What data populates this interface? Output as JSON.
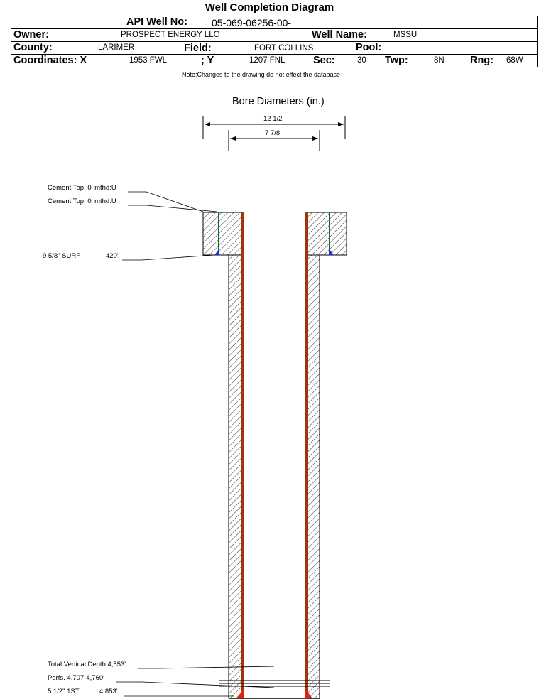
{
  "header": {
    "title": "Well Completion Diagram",
    "api_label": "API Well No:",
    "api_value": "05-069-06256-00-",
    "owner_label": "Owner:",
    "owner_value": "PROSPECT ENERGY LLC",
    "well_name_label": "Well Name:",
    "well_name_value": "MSSU",
    "county_label": "County:",
    "county_value": "LARIMER",
    "field_label": "Field:",
    "field_value": "FORT COLLINS",
    "pool_label": "Pool:",
    "pool_value": "",
    "coord_x_label": "Coordinates: X",
    "coord_x_value": "1953 FWL",
    "coord_y_label": "; Y",
    "coord_y_value": "1207 FNL",
    "sec_label": "Sec:",
    "sec_value": "30",
    "twp_label": "Twp:",
    "twp_value": "8N",
    "rng_label": "Rng:",
    "rng_value": "68W"
  },
  "note": "Note:Changes to the drawing do not effect the database",
  "bore": {
    "title": "Bore Diameters (in.)",
    "outer_label": "12 1/2",
    "inner_label": "7 7/8"
  },
  "annotations": {
    "cement_top_1": "Cement Top: 0' mthd:U",
    "cement_top_2": "Cement Top: 0' mthd:U",
    "surface_casing_name": "9 5/8\" SURF",
    "surface_casing_depth": "420'",
    "tvd": "Total Vertical Depth 4,553'",
    "perfs": "Perfs. 4,707-4,760'",
    "production_casing_name": "5 1/2\" 1ST",
    "production_casing_depth": "4,853'"
  },
  "colors": {
    "outline": "#000000",
    "casing": "#a0340a",
    "cement_line": "#0b6b2e",
    "shoe_surface": "#1a2fd6",
    "shoe_production": "#e0240e"
  }
}
